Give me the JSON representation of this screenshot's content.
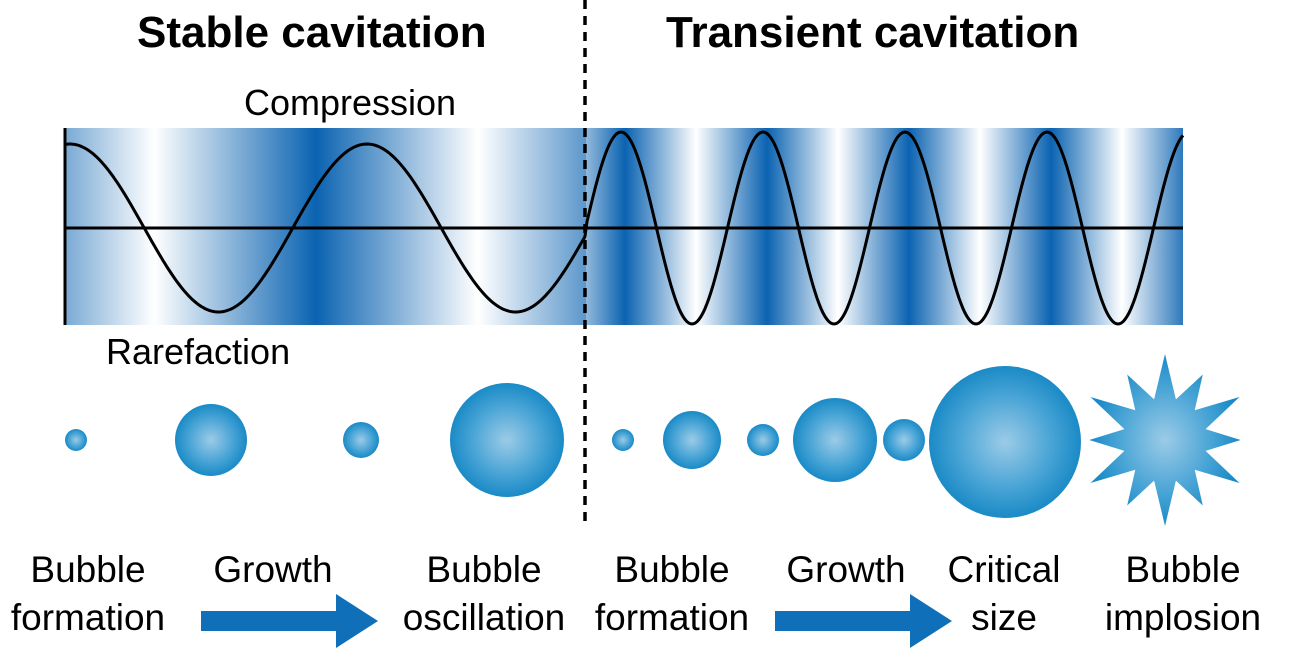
{
  "headings": {
    "stable": "Stable cavitation",
    "transient": "Transient cavitation"
  },
  "wave": {
    "compression_label": "Compression",
    "rarefaction_label": "Rarefaction",
    "band_color_dark": "#0b63b1",
    "band_color_light": "#ffffff"
  },
  "bubble_color": "#1a8ac6",
  "arrow_color": "#0f6fb8",
  "stages": [
    {
      "line1": "Bubble",
      "line2": "formation"
    },
    {
      "line1": "Growth",
      "line2": ""
    },
    {
      "line1": "Bubble",
      "line2": "oscillation"
    },
    {
      "line1": "Bubble",
      "line2": "formation"
    },
    {
      "line1": "Growth",
      "line2": ""
    },
    {
      "line1": "Critical",
      "line2": "size"
    },
    {
      "line1": "Bubble",
      "line2": "implosion"
    }
  ]
}
